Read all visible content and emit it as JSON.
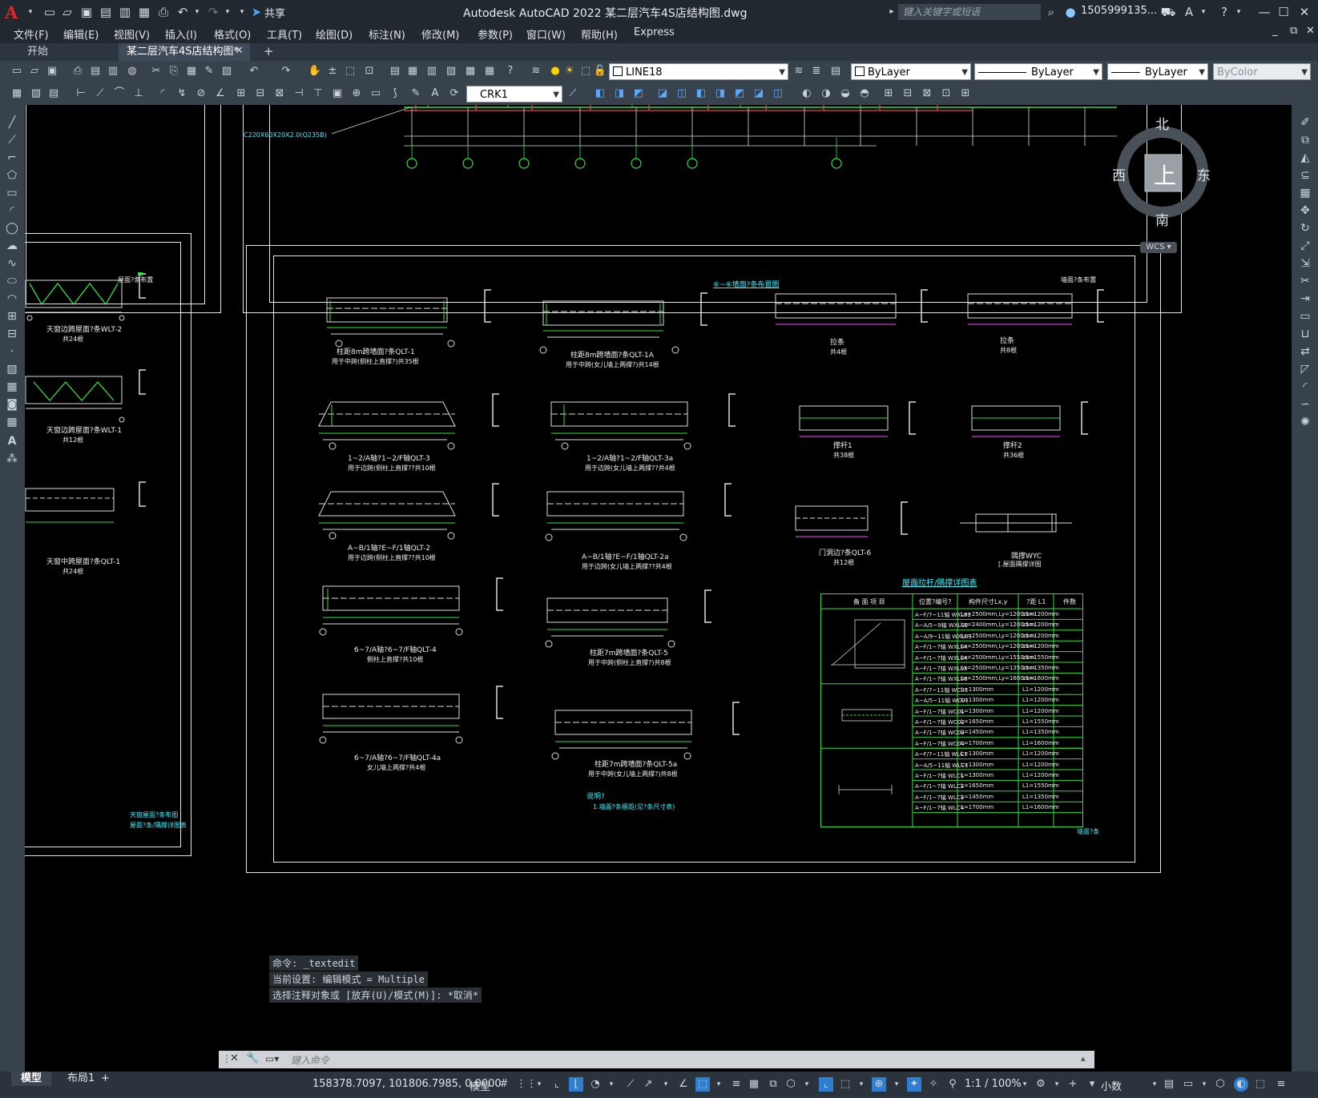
{
  "app": {
    "title": "Autodesk AutoCAD 2022    某二层汽车4S店结构图.dwg",
    "search_placeholder": "键入关键字或短语",
    "user": "1505999135...",
    "share": "共享"
  },
  "menu": [
    "文件(F)",
    "编辑(E)",
    "视图(V)",
    "插入(I)",
    "格式(O)",
    "工具(T)",
    "绘图(D)",
    "标注(N)",
    "修改(M)",
    "参数(P)",
    "窗口(W)",
    "帮助(H)",
    "Express"
  ],
  "tabs": {
    "start": "开始",
    "file": "某二层汽车4S店结构图*"
  },
  "ribbon": {
    "layer": "LINE18",
    "color": "ByLayer",
    "linetype": "ByLayer",
    "lineweight": "ByLayer",
    "plotstyle": "ByColor",
    "dimstyle": "CRK1"
  },
  "viewcube": {
    "north": "北",
    "south": "南",
    "east": "东",
    "west": "西",
    "top": "上",
    "wcs": "WCS"
  },
  "drawing": {
    "left_items": [
      {
        "label": "天窗边跨屋面?条WLT-2",
        "count": "共24根"
      },
      {
        "label": "天窗边跨屋面?条WLT-1",
        "count": "共12根"
      },
      {
        "label": "天窗中跨屋面?条QLT-1",
        "count": "共24根"
      }
    ],
    "left_footer": [
      "天窗屋面?条布图",
      "屋面?条/隅撑详图表"
    ],
    "top_footer": "⑥~⑥墙面?条布置图",
    "main_items": [
      {
        "label": "柱距8m跨墙面?条QLT-1",
        "note": "用于中跨(侧柱上直撑?)共35根"
      },
      {
        "label": "柱距8m跨墙面?条QLT-1A",
        "note": "用于中跨(女儿墙上两撑?)共14根"
      },
      {
        "label": "拉条",
        "count": "共4根"
      },
      {
        "label": "拉条",
        "count": "共8根"
      },
      {
        "label": "1~2/A轴?1~2/F轴QLT-3",
        "note": "用于边跨(侧柱上直撑??共10根"
      },
      {
        "label": "1~2/A轴?1~2/F轴QLT-3a",
        "note": "用于边跨(女儿墙上两撑??共4根"
      },
      {
        "label": "撑杆1",
        "count": "共38根"
      },
      {
        "label": "撑杆2",
        "count": "共36根"
      },
      {
        "label": "A~B/1轴?E~F/1轴QLT-2",
        "note": "用于边跨(侧柱上直撑??共10根"
      },
      {
        "label": "A~B/1轴?E~F/1轴QLT-2a",
        "note": "用于边跨(女儿墙上两撑??共4根"
      },
      {
        "label": "门洞边?条QLT-6",
        "count": "共12根"
      },
      {
        "label": "隅撑WYC",
        "note": "[.屋面隅撑详图"
      },
      {
        "label": "6~7/A轴?6~7/F轴QLT-4",
        "note": "侧柱上直撑?共10根"
      },
      {
        "label": "柱距7m跨墙面?条QLT-5",
        "note": "用于中跨(侧柱上直撑?)共8根"
      },
      {
        "label": "6~7/A轴?6~7/F轴QLT-4a",
        "note": "女儿墙上两撑?共4根"
      },
      {
        "label": "柱距7m跨墙面?条QLT-5a",
        "note": "用于中跨(女儿墙上两撑?)共8根"
      }
    ],
    "notes_title": "说明?",
    "notes_text": "1.墙面?条檩距(见?条尺寸表)",
    "table_title": "屋面拉杆/隅撑详图表",
    "table_headers": [
      "备 面 项 目",
      "位置?编号?",
      "构件尺寸Lx,y",
      "?距 L1",
      "件数"
    ],
    "table_rows": [
      [
        "A~F/7~11轴 WXL01",
        "Lx=2500mm,Ly=1200mm",
        "L1=1200mm"
      ],
      [
        "A~A/5~9轴 WXL02",
        "Lx=2400mm,Ly=1200mm",
        "L1=1200mm"
      ],
      [
        "A~A/9~11轴 WXL03",
        "Lx=2500mm,Ly=1200mm",
        "L1=1200mm"
      ],
      [
        "A~F/1~7轴 WXL04",
        "Lx=2500mm,Ly=1200mm",
        "L1=1200mm"
      ],
      [
        "A~F/1~7轴 WXL04",
        "Lx=2500mm,Ly=1550mm",
        "L1=1550mm"
      ],
      [
        "A~F/1~7轴 WXL05",
        "Lx=2500mm,Ly=1350mm",
        "L1=1350mm"
      ],
      [
        "A~F/1~7轴 WXL06",
        "Lx=2500mm,Ly=1600mm",
        "L1=1600mm"
      ],
      [
        "A~F/7~11轴 WC01",
        "L=1300mm",
        "L1=1200mm"
      ],
      [
        "A~A/5~11轴 WC01",
        "L=1300mm",
        "L1=1200mm"
      ],
      [
        "A~F/1~7轴 WC01",
        "L=1300mm",
        "L1=1200mm"
      ],
      [
        "A~F/1~7轴 WC02",
        "L=1650mm",
        "L1=1550mm"
      ],
      [
        "A~F/1~7轴 WC03",
        "L=1450mm",
        "L1=1350mm"
      ],
      [
        "A~F/1~7轴 WC04",
        "L=1700mm",
        "L1=1600mm"
      ],
      [
        "A~F/7~11轴 WLC1",
        "L=1300mm",
        "L1=1200mm"
      ],
      [
        "A~A/5~11轴 WLC1",
        "L=1300mm",
        "L1=1200mm"
      ],
      [
        "A~F/1~7轴 WLC1",
        "L=1300mm",
        "L1=1200mm"
      ],
      [
        "A~F/1~7轴 WLC2",
        "L=1650mm",
        "L1=1550mm"
      ],
      [
        "A~F/1~7轴 WLC3",
        "L=1450mm",
        "L1=1350mm"
      ],
      [
        "A~F/1~7轴 WLC4",
        "L=1700mm",
        "L1=1600mm"
      ]
    ]
  },
  "command": {
    "history": [
      "命令: _textedit",
      "当前设置: 编辑模式 = Multiple",
      "选择注释对象或 [放弃(U)/模式(M)]: *取消*"
    ],
    "placeholder": "键入命令"
  },
  "status": {
    "tab_model": "模型",
    "tab_layout": "布局1",
    "coords": "158378.7097, 101806.7985, 0.0000",
    "space": "模型",
    "scale": "1:1 / 100%",
    "units": "小数"
  }
}
